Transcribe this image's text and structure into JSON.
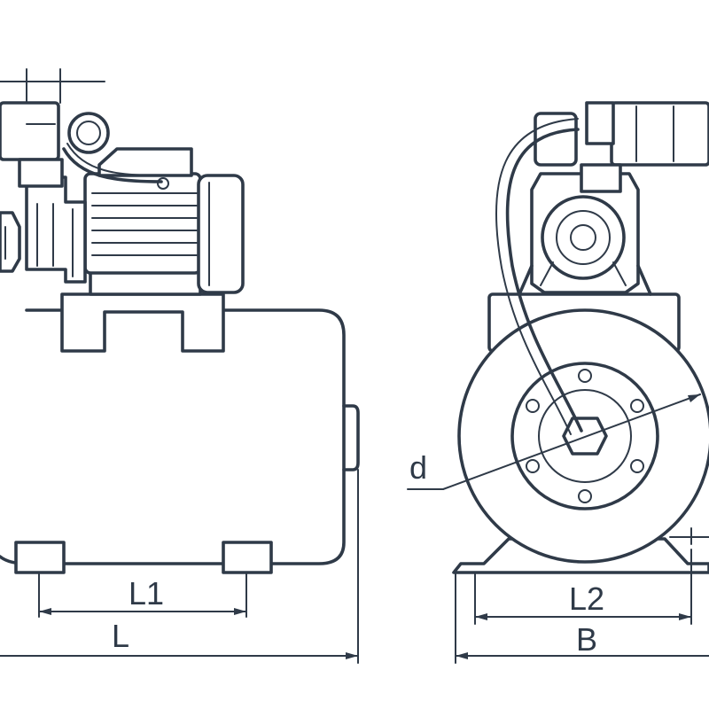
{
  "dimensions": {
    "l1": "L1",
    "l": "L",
    "l2": "L2",
    "b": "B",
    "d": "d"
  },
  "colors": {
    "line": "#2f3a48",
    "background": "#ffffff"
  }
}
